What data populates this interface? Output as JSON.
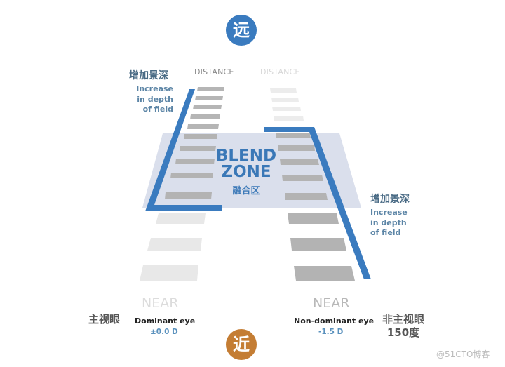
{
  "top_circle": {
    "label": "远",
    "meaning": "far",
    "color": "#3a7bbf"
  },
  "bottom_circle": {
    "label": "近",
    "meaning": "near",
    "color": "#c47d34"
  },
  "left_column": {
    "distance_label": "DISTANCE",
    "near_label": "NEAR",
    "depth_title_cn": "增加景深",
    "depth_desc": [
      "Increase",
      "in depth",
      "of field"
    ],
    "eye_cn": "主视眼",
    "eye_label": "Dominant eye",
    "power": "±0.0 D"
  },
  "right_column": {
    "distance_label": "DISTANCE",
    "near_label": "NEAR",
    "depth_title_cn": "增加景深",
    "depth_desc": [
      "Increase",
      "in depth",
      "of field"
    ],
    "eye_cn": "非主视眼",
    "eye_power_cn": "150度",
    "eye_label": "Non-dominant eye",
    "power": "-1.5 D"
  },
  "blend_zone": {
    "title_line1": "BLEND",
    "title_line2": "ZONE",
    "title_cn": "融合区",
    "fill_color": "#d6dcea"
  },
  "colors": {
    "accent_blue": "#3a7bbf",
    "bar_dark": "#b3b3b3",
    "bar_light": "#e6e6e6",
    "bar_faint": "#ececec"
  },
  "watermark": "@51CTO博客"
}
